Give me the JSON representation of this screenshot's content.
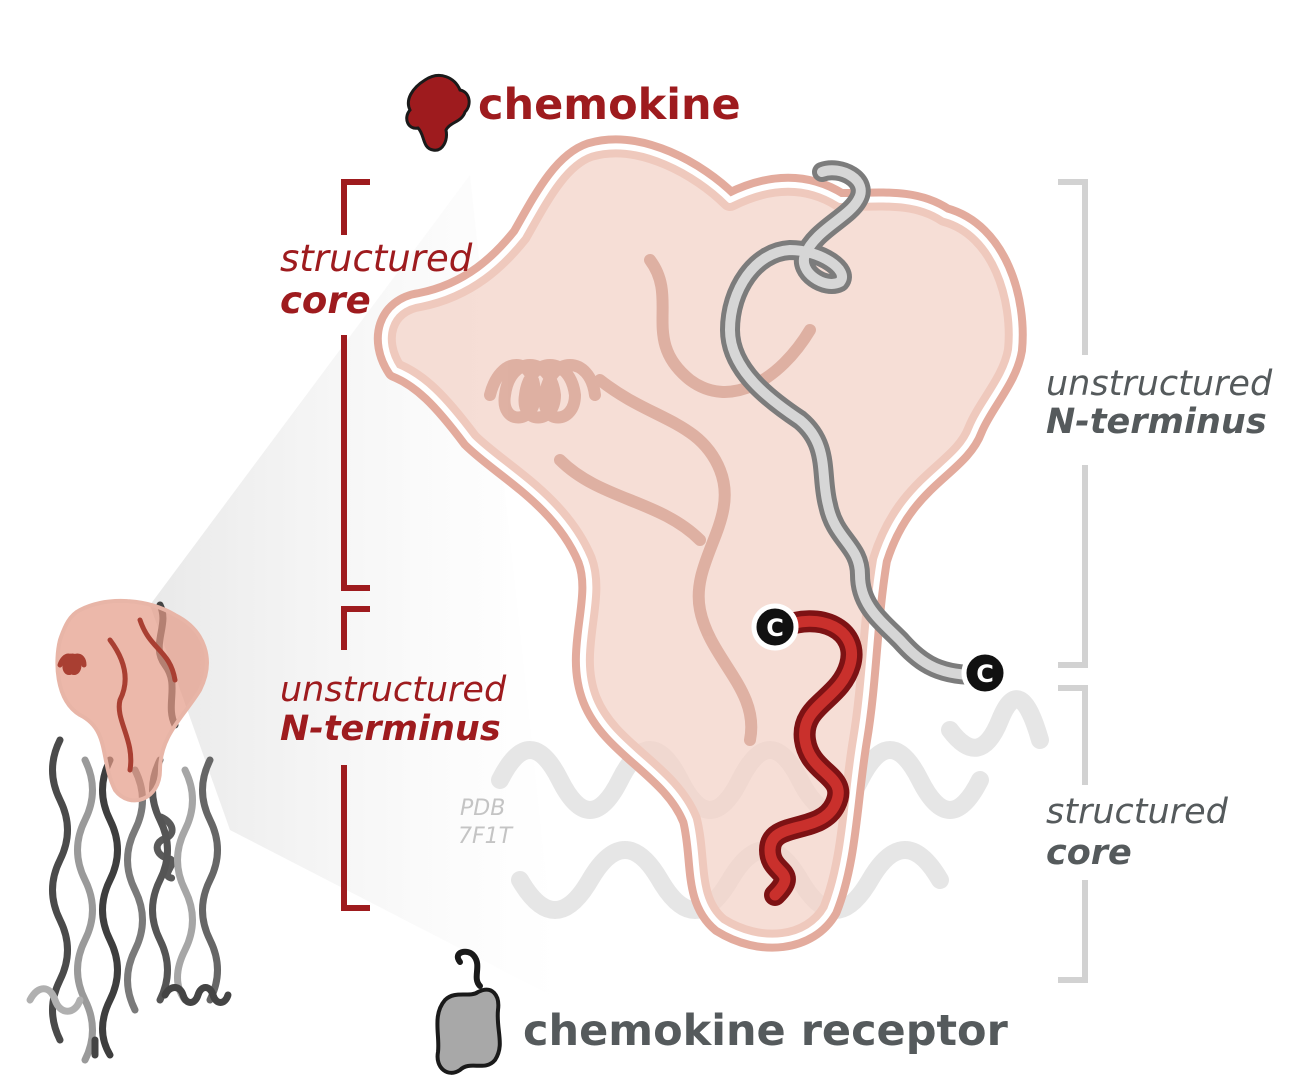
{
  "legend": {
    "chemokine": "chemokine",
    "receptor": "chemokine receptor"
  },
  "left_labels": {
    "core_line1": "structured",
    "core_line2": "core",
    "nterm_line1": "unstructured",
    "nterm_line2": "N-terminus"
  },
  "right_labels": {
    "nterm_line1": "unstructured",
    "nterm_line2": "N-terminus",
    "core_line1": "structured",
    "core_line2": "core"
  },
  "pdb": {
    "line1": "PDB",
    "line2": "7F1T"
  },
  "c_terminus_marker": "C",
  "colors": {
    "chemokine_red": "#9e1b1e",
    "surface_pink": "#f0c4b6",
    "outline_pink": "#e3ab9d",
    "receptor_gray": "#8a8a8a",
    "bracket_gray": "#d2d2d2",
    "label_gray": "#555a5c"
  },
  "icons": [
    "chemokine-blob-icon",
    "receptor-blob-icon",
    "c-terminus-icon"
  ]
}
